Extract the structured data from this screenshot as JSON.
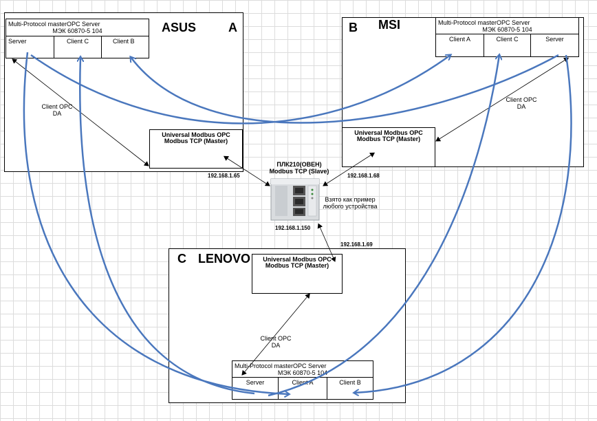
{
  "asus": {
    "name": "ASUS",
    "letter": "A",
    "header_line1": "Multi-Protocol masterOPC Server",
    "header_line2": "МЭК 60870-5 104",
    "cells": [
      "Server",
      "Client C",
      "Client B"
    ],
    "modbus_line1": "Universal Modbus OPC",
    "modbus_line2": "Modbus TCP (Master)",
    "ip": "192.168.1.65",
    "opc_label_line1": "Client OPC",
    "opc_label_line2": "DA"
  },
  "msi": {
    "name": "MSI",
    "letter": "B",
    "header_line1": "Multi-Protocol masterOPC Server",
    "header_line2": "МЭК 60870-5 104",
    "cells": [
      "Client A",
      "Client C",
      "Server"
    ],
    "modbus_line1": "Universal Modbus OPC",
    "modbus_line2": "Modbus TCP (Master)",
    "ip": "192.168.1.68",
    "opc_label_line1": "Client OPC",
    "opc_label_line2": "DA"
  },
  "lenovo": {
    "name": "LENOVO",
    "letter": "C",
    "header_line1": "Multi-Protocol masterOPC Server",
    "header_line2": "МЭК 60870-5 104",
    "cells": [
      "Server",
      "Client A",
      "Client B"
    ],
    "modbus_line1": "Universal Modbus OPC",
    "modbus_line2": "Modbus TCP (Master)",
    "ip": "192.168.1.69",
    "opc_label_line1": "Client OPC",
    "opc_label_line2": "DA"
  },
  "plc": {
    "name_line1": "ПЛК210(ОВЕН)",
    "name_line2": "Modbus TCP (Slave)",
    "ip": "192.168.1.150",
    "note_line1": "Взято как пример",
    "note_line2": "любого устройства"
  },
  "colors": {
    "link_blue": "#4a77bd",
    "line_black": "#000000",
    "device_body": "#d9dcdf"
  }
}
